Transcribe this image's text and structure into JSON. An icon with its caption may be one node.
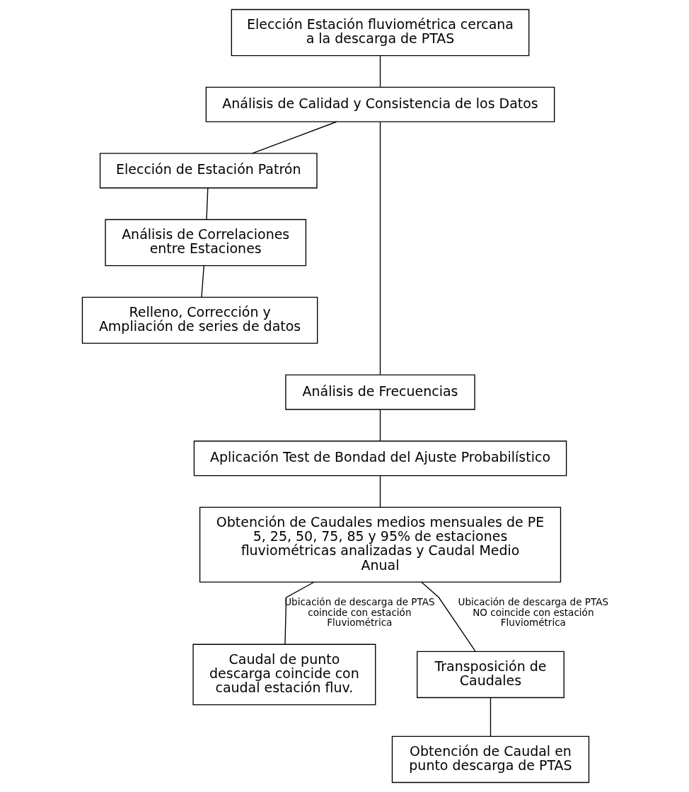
{
  "diagram": {
    "nodes": [
      {
        "text": [
          "Elección Estación fluviométrica cercana a la descarga de PTAS"
        ]
      },
      {
        "text": [
          "Análisis de Calidad y Consistencia de los Datos"
        ]
      },
      {
        "text": [
          "Elección de Estación Patrón"
        ]
      },
      {
        "text": [
          "Análisis de Correlaciones entre Estaciones"
        ]
      },
      {
        "text": [
          "Relleno, Corrección y Ampliación de series de datos"
        ]
      },
      {
        "text": [
          "Análisis de Frecuencias"
        ]
      },
      {
        "text": [
          "Aplicación Test de Bondad del Ajuste Probabilístico"
        ]
      },
      {
        "text": [
          "Obtención de Caudales medios mensuales de PE 5, 25, 50, 75, 85 y 95% de estaciones fluviométricas analizadas y Caudal Medio Anual"
        ]
      },
      {
        "text": [
          "Caudal de punto descarga coincide con caudal estación fluv."
        ]
      },
      {
        "text": [
          "Transposición de Caudales"
        ]
      },
      {
        "text": [
          "Obtención de Caudal en punto descarga de PTAS"
        ]
      }
    ],
    "edges": [
      {
        "from": 0,
        "to": 1,
        "arrow": "none"
      },
      {
        "from": 1,
        "to": 2,
        "arrow": "none"
      },
      {
        "from": 1,
        "to": 5,
        "arrow": "none"
      },
      {
        "from": 2,
        "to": 3,
        "arrow": "none"
      },
      {
        "from": 3,
        "to": 4,
        "arrow": "none"
      },
      {
        "from": 5,
        "to": 6,
        "arrow": "none"
      },
      {
        "from": 6,
        "to": 7,
        "arrow": "none"
      },
      {
        "from": 7,
        "to": 8,
        "arrow": "none",
        "label": "Ubicación de descarga de PTAS coincide con estación Fluviométrica"
      },
      {
        "from": 7,
        "to": 9,
        "arrow": "none",
        "label": "Ubicación de descarga de PTAS NO coincide con estación Fluviométrica"
      },
      {
        "from": 9,
        "to": 10,
        "arrow": "none"
      }
    ]
  }
}
